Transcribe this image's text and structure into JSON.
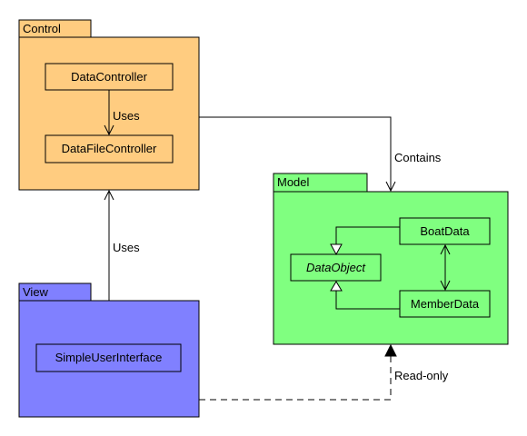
{
  "colors": {
    "control_fill": "#ffcc80",
    "view_fill": "#8080ff",
    "model_fill": "#80ff80",
    "stroke": "#000000"
  },
  "packages": {
    "control": {
      "name": "Control",
      "classes": {
        "data_controller": "DataController",
        "data_file_controller": "DataFileController"
      },
      "internal_relation": "Uses"
    },
    "view": {
      "name": "View",
      "classes": {
        "simple_user_interface": "SimpleUserInterface"
      }
    },
    "model": {
      "name": "Model",
      "classes": {
        "boat_data": "BoatData",
        "member_data": "MemberData",
        "data_object": "DataObject"
      }
    }
  },
  "relations": {
    "view_to_control": "Uses",
    "control_to_model": "Contains",
    "view_to_model": "Read-only"
  }
}
